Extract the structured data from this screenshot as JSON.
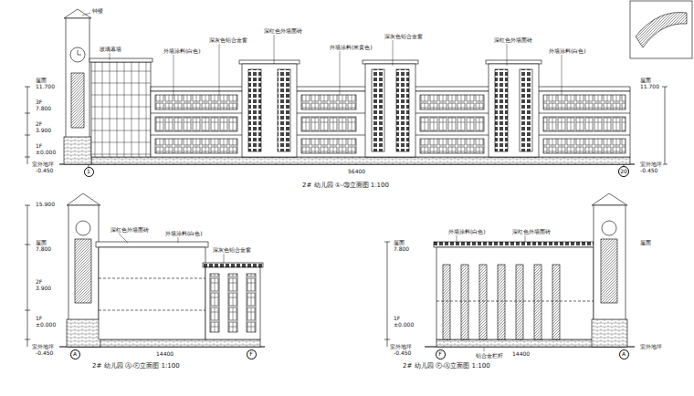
{
  "diagram": {
    "nodes": [
      {
        "text": [
          "1"
        ]
      },
      {
        "text": [
          "20"
        ]
      },
      {
        "text": [
          "A"
        ]
      },
      {
        "text": [
          "F"
        ]
      },
      {
        "text": [
          "F"
        ]
      },
      {
        "text": [
          "A"
        ]
      }
    ],
    "labels": [
      "屋面",
      "11.700",
      "3F",
      "7.800",
      "2F",
      "3.900",
      "1F",
      "±0.000",
      "室外地坪",
      "-0.450",
      "屋面",
      "11.700",
      "室外地坪",
      "-0.450",
      "外墙涂料(白色)",
      "深灰色铝合金窗",
      "深红色外墙面砖",
      "外墙涂料(米黄色)",
      "深灰色铝合金窗",
      "深红色外墙面砖",
      "外墙涂料(白色)",
      "玻璃幕墙",
      "钟楼",
      "56400",
      "2# 幼儿园 ①-⑳立面图 1:100",
      "屋面",
      "7.800",
      "2F",
      "3.900",
      "1F",
      "±0.000",
      "室外地坪",
      "-0.450",
      "15.900",
      "深红色外墙面砖",
      "外墙涂料(白色)",
      "深灰色铝合金窗",
      "14400",
      "2# 幼儿园 Ⓐ-Ⓕ立面图 1:100",
      "屋面",
      "7.800",
      "1F",
      "±0.000",
      "室外地坪",
      "-0.450",
      "屋面",
      "室外地坪",
      "外墙涂料(白色)",
      "深红色外墙面砖",
      "铝合金栏杆",
      "14400",
      "2# 幼儿园 Ⓕ-Ⓐ立面图 1:100"
    ]
  }
}
